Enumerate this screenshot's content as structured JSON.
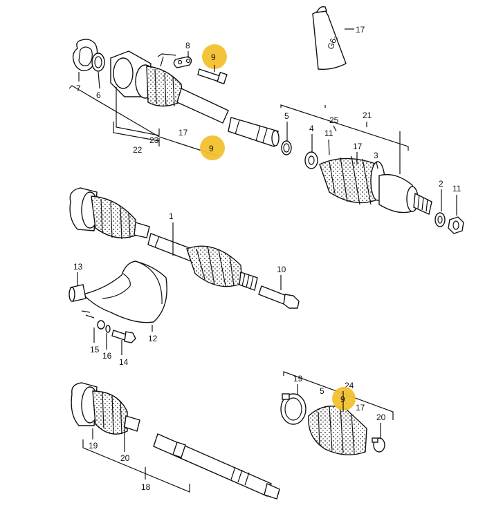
{
  "callouts": {
    "c17_grease": "17",
    "c8": "8",
    "c9_a": "9",
    "c7": "7",
    "c6": "6",
    "c17_upper": "17",
    "c22": "22",
    "c23": "23",
    "c9_b": "9",
    "c5_a": "5",
    "c4": "4",
    "c25": "25",
    "c21": "21",
    "c11_a": "11",
    "c17_mid": "17",
    "c3": "3",
    "c2": "2",
    "c11_b": "11",
    "c1": "1",
    "c13": "13",
    "c10": "10",
    "c12": "12",
    "c15": "15",
    "c16": "16",
    "c14": "14",
    "c19_a": "19",
    "c24": "24",
    "c5_b": "5",
    "c9_c": "9",
    "c17_low": "17",
    "c20_a": "20",
    "c19_b": "19",
    "c20_b": "20",
    "c18": "18"
  },
  "grease_label": "G6₂",
  "highlight_color": "#f2c12e"
}
